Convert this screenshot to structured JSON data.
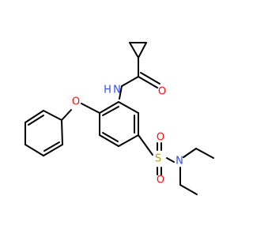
{
  "colors": {
    "bond": "#000000",
    "O": "#ff0d0d",
    "N": "#3050f8",
    "S": "#b5a300",
    "H": "#3050f8"
  },
  "atoms": {
    "amide_N": "N",
    "amide_H": "H",
    "carbonyl_O": "O",
    "ether_O": "O",
    "sulfur": "S",
    "sulfonyl_O1": "O",
    "sulfonyl_O2": "O",
    "sulfonamide_N": "N"
  }
}
